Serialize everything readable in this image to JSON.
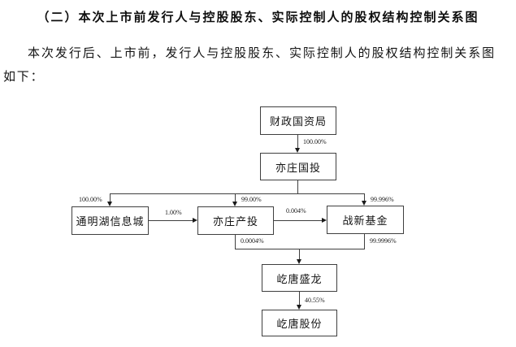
{
  "document": {
    "heading": "（二）本次上市前发行人与控股股东、实际控制人的股权结构控制关系图",
    "paragraph": "本次发行后、上市前，发行人与控股股东、实际控制人的股权结构控制关系图如下："
  },
  "diagram": {
    "type": "org-structure-flowchart",
    "line_color": "#3f3f3f",
    "nodes": [
      {
        "id": "finance-bureau",
        "label": "财政国资局"
      },
      {
        "id": "yizhuang-guotou",
        "label": "亦庄国投"
      },
      {
        "id": "tongminghu-info-city",
        "label": "通明湖信息城"
      },
      {
        "id": "yizhuang-chantou",
        "label": "亦庄产投"
      },
      {
        "id": "zhanxin-fund",
        "label": "战新基金"
      },
      {
        "id": "yitang-shenglong",
        "label": "屹唐盛龙"
      },
      {
        "id": "yitang-shares",
        "label": "屹唐股份"
      }
    ],
    "edges": [
      {
        "from": "财政国资局",
        "to": "亦庄国投",
        "percent": "100.00%"
      },
      {
        "from": "亦庄国投",
        "to": "通明湖信息城",
        "percent": "100.00%"
      },
      {
        "from": "亦庄国投",
        "to": "亦庄产投",
        "percent": "99.00%"
      },
      {
        "from": "亦庄国投",
        "to": "战新基金",
        "percent": "99.996%"
      },
      {
        "from": "通明湖信息城",
        "to": "亦庄产投",
        "percent": "1.00%"
      },
      {
        "from": "亦庄产投",
        "to": "战新基金",
        "percent": "0.004%"
      },
      {
        "from": "亦庄产投",
        "to": "屹唐盛龙",
        "percent": "0.0004%"
      },
      {
        "from": "战新基金",
        "to": "屹唐盛龙",
        "percent": "99.9996%"
      },
      {
        "from": "屹唐盛龙",
        "to": "屹唐股份",
        "percent": "40.55%"
      }
    ]
  }
}
